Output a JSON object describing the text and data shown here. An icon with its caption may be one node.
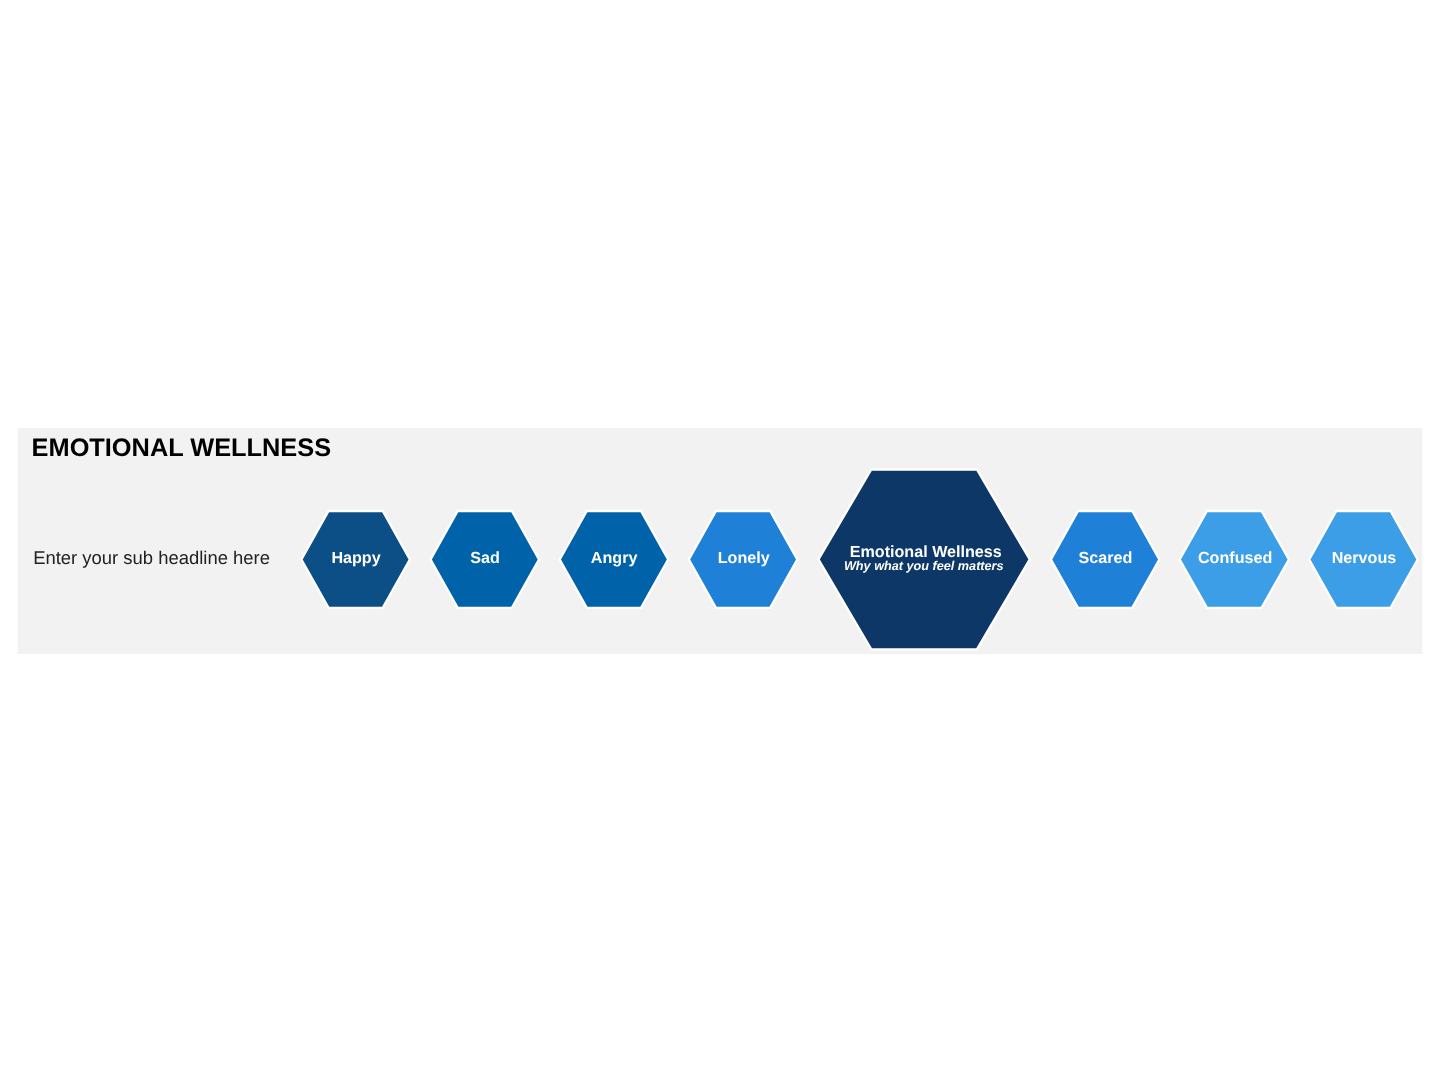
{
  "diagram": {
    "title": "EMOTIONAL WELLNESS",
    "nodes": [
      {
        "text": [
          "Happy"
        ]
      },
      {
        "text": [
          "Sad"
        ]
      },
      {
        "text": [
          "Angry"
        ]
      },
      {
        "text": [
          "Lonely"
        ]
      },
      {
        "text": [
          "Emotional Wellness",
          "Why what you feel matters"
        ]
      },
      {
        "text": [
          "Scared"
        ]
      },
      {
        "text": [
          "Confused"
        ]
      },
      {
        "text": [
          "Nervous"
        ]
      }
    ],
    "edges": [],
    "labels": [
      "Enter your sub headline here"
    ]
  }
}
